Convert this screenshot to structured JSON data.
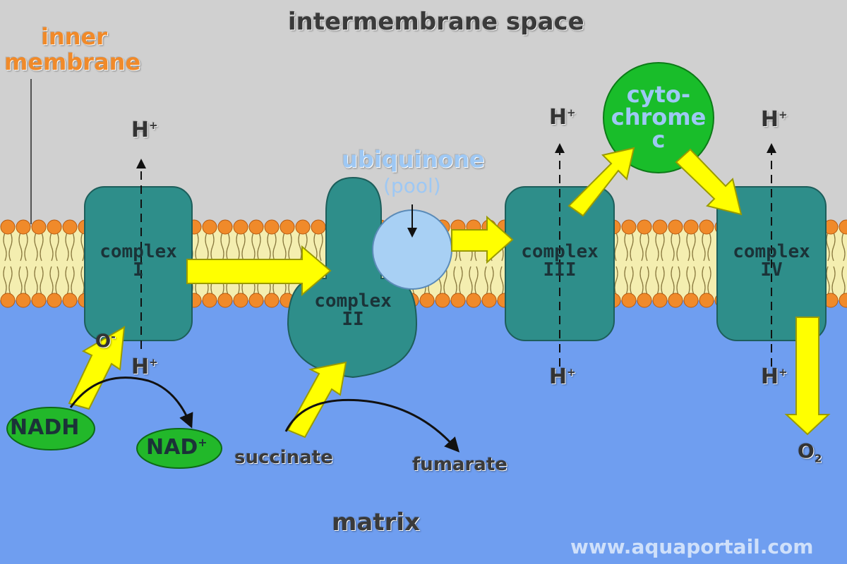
{
  "labels": {
    "intermembrane_space": "intermembrane space",
    "inner_membrane_line1": "inner",
    "inner_membrane_line2": "membrane",
    "matrix": "matrix",
    "watermark": "www.aquaportail.com",
    "ubiquinone": "ubiquinone",
    "pool": "(pool)",
    "cytochrome_line1": "cyto-",
    "cytochrome_line2": "chrome",
    "cytochrome_line3": "c",
    "nadh": "NADH",
    "nad": "NAD",
    "nad_sup": "+",
    "succinate": "succinate",
    "fumarate": "fumarate",
    "oxygen_radical": "O",
    "oxygen_radical_sup": "-",
    "o2": "O",
    "o2_sub": "2",
    "h": "H",
    "h_sup": "+"
  },
  "complexes": [
    {
      "word": "complex",
      "numeral": "I"
    },
    {
      "word": "complex",
      "numeral": "II"
    },
    {
      "word": "complex",
      "numeral": "III"
    },
    {
      "word": "complex",
      "numeral": "IV"
    }
  ],
  "colors": {
    "intermembrane": "#d0d0d0",
    "matrix": "#6f9ef0",
    "complex": "#2e8e8a",
    "lipid_head": "#f08a2a",
    "lipid_core": "#f4eeb0",
    "arrow": "#ffff00",
    "nadh_ellipse": "#22b82a",
    "ubiquinone": "#a8d0f4",
    "cytochrome": "#19bd2a",
    "label_orange": "#f08a2a",
    "label_blue": "#9ec8f4",
    "label_dark": "#3a3a3a"
  }
}
